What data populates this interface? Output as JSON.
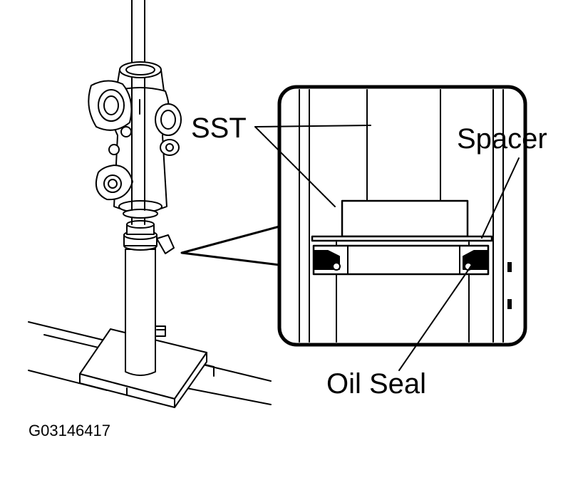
{
  "labels": {
    "sst": "SST",
    "spacer": "Spacer",
    "oil_seal": "Oil Seal",
    "figure_code": "G03146417"
  },
  "colors": {
    "ink": "#000000",
    "background": "#ffffff"
  }
}
